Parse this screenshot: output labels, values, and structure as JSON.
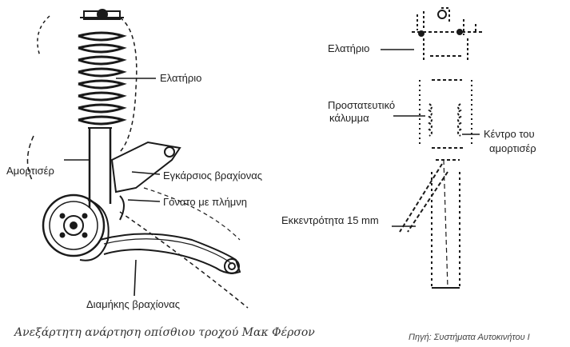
{
  "labels": {
    "left_spring": "Ελατήριο",
    "shock_absorber": "Αμορτισέρ",
    "transverse_arm": "Εγκάρσιος βραχίονας",
    "ball_joint": "Γόνατο με πλήμνη",
    "longitudinal_arm": "Διαμήκης βραχίονας",
    "right_spring": "Ελατήριο",
    "protective_cover_1": "Προστατευτικό",
    "protective_cover_2": "κάλυμμα",
    "shock_center_1": "Κέντρο του",
    "shock_center_2": "αμορτισέρ",
    "eccentricity": "Εκκεντρότητα 15 mm"
  },
  "caption": "Ανεξάρτητη ανάρτηση οπίσθιου τροχού Μακ Φέρσον",
  "source": "Πηγή: Συστήματα Αυτοκινήτου Ι"
}
